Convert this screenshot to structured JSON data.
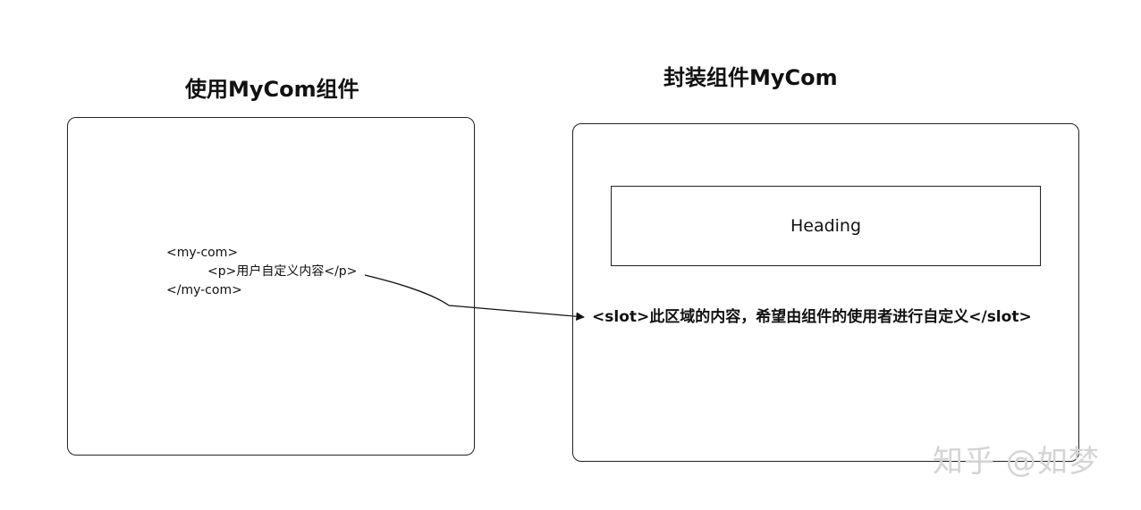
{
  "left": {
    "title": "使用MyCom组件",
    "code": [
      "<my-com>",
      "<p>用户自定义内容</p>",
      "</my-com>"
    ]
  },
  "right": {
    "title": "封装组件MyCom",
    "heading": "Heading",
    "slot_text": "<slot>此区域的内容，希望由组件的使用者进行自定义</slot>"
  },
  "watermark": "知乎 @如梦"
}
